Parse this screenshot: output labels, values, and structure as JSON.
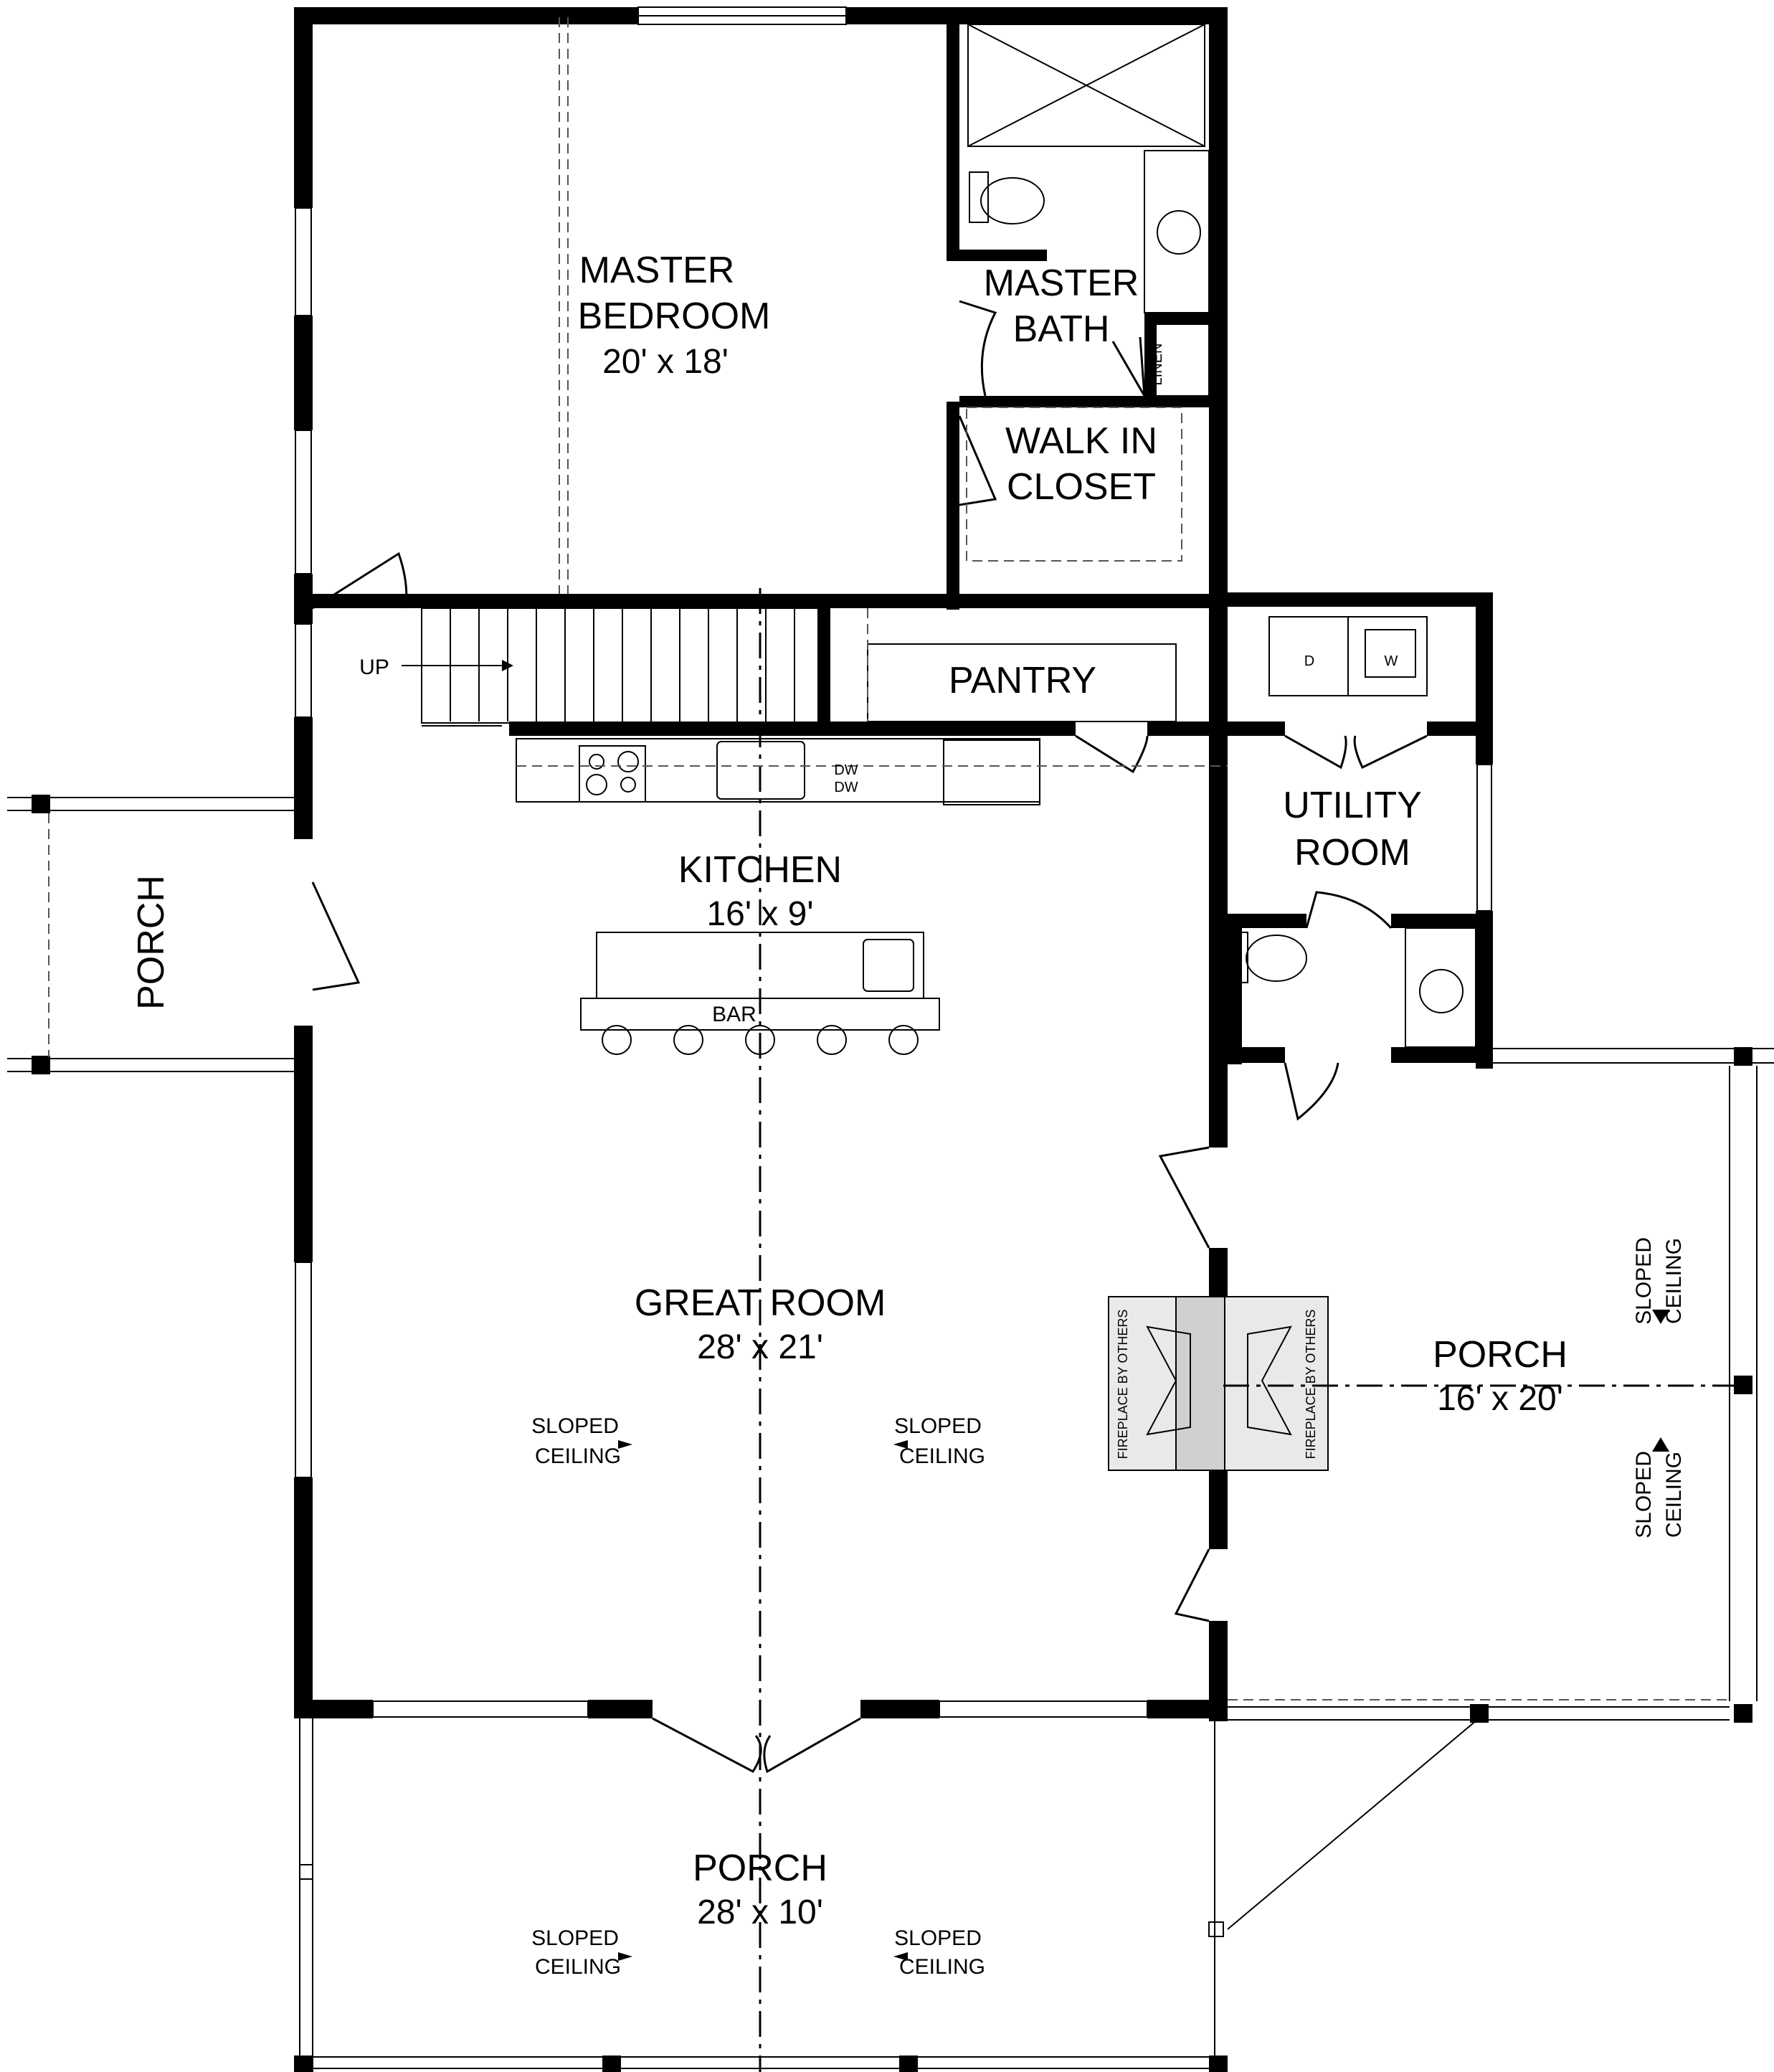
{
  "rooms": {
    "master_bedroom": {
      "name_line1": "MASTER",
      "name_line2": "BEDROOM",
      "size": "20' x 18'"
    },
    "master_bath": {
      "name_line1": "MASTER",
      "name_line2": "BATH"
    },
    "linen": "LINEN",
    "walk_in_closet": {
      "name_line1": "WALK IN",
      "name_line2": "CLOSET"
    },
    "pantry": "PANTRY",
    "utility_room": {
      "name_line1": "UTILITY",
      "name_line2": "ROOM"
    },
    "kitchen": {
      "name": "KITCHEN",
      "size": "16' x 9'"
    },
    "bar": "BAR",
    "great_room": {
      "name": "GREAT ROOM",
      "size": "28' x 21'"
    },
    "porch_left": "PORCH",
    "porch_right": {
      "name": "PORCH",
      "size": "16' x 20'"
    },
    "porch_front": {
      "name": "PORCH",
      "size": "28' x 10'"
    }
  },
  "annotations": {
    "up": "UP",
    "dw": "DW",
    "dw2": "DW",
    "dryer": "D",
    "washer": "W",
    "fireplace": "FIREPLACE BY OTHERS",
    "sloped_line1": "SLOPED",
    "sloped_line2": "CEILING"
  }
}
